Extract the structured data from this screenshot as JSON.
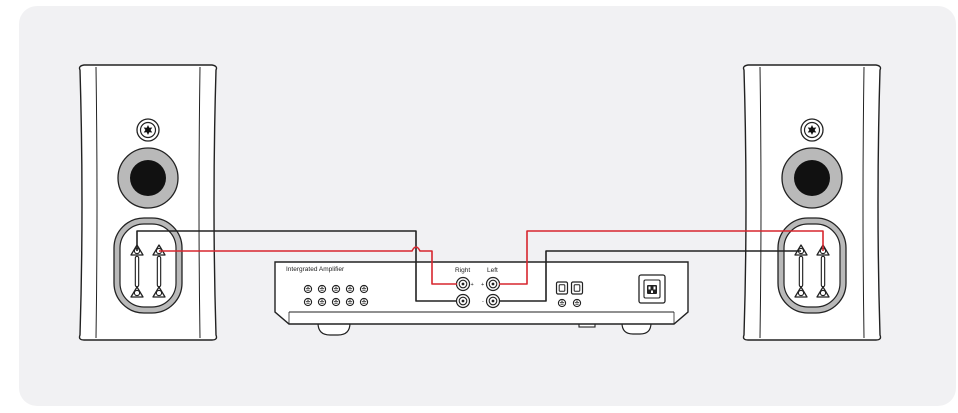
{
  "amplifier": {
    "title": "Intergrated Amplifier",
    "right_label": "Right",
    "left_label": "Left",
    "plus_sign": "+",
    "minus_sign": "-"
  },
  "colors": {
    "panel_background": "#f1f1f3",
    "line": "#222222",
    "positive_cable": "#d7262e",
    "negative_cable": "#222222",
    "woofer_ring": "#b9b9b9",
    "woofer_cone": "#111111"
  },
  "icons": {
    "tweeter": "tweeter-icon",
    "woofer": "woofer-icon",
    "binding_post": "binding-post-icon",
    "rca_jack": "rca-jack-icon",
    "optical_port": "optical-port-icon",
    "power_socket": "power-socket-icon"
  }
}
